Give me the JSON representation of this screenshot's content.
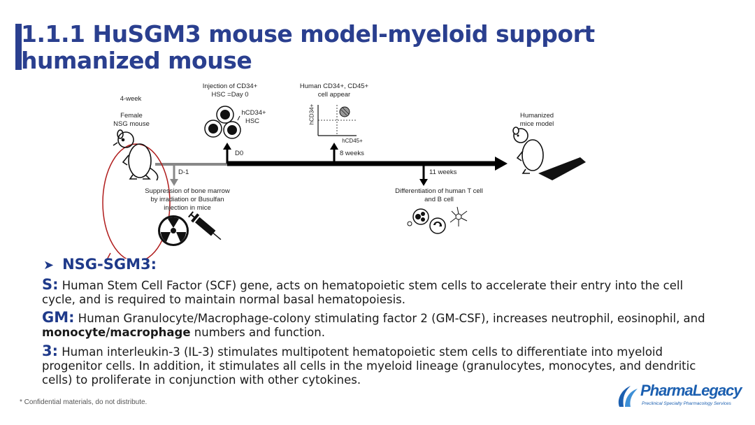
{
  "slide": {
    "title": "1.1.1 HuSGM3 mouse model-myeloid support humanized mouse",
    "footnote": "* Confidential materials, do not distribute."
  },
  "diagram": {
    "age_label": "4-week",
    "mouse_label_line1": "Female",
    "mouse_label_line2": "NSG mouse",
    "d_minus1": "D-1",
    "d0": "D0",
    "injection_line1": "Injection of CD34+",
    "injection_line2": "HSC =Day 0",
    "hsc_label_line1": "hCD34+",
    "hsc_label_line2": "HSC",
    "appear_line1": "Human CD34+, CD45+",
    "appear_line2": "cell appear",
    "y_axis_label": "hCD34+",
    "x_axis_label": "hCD45+",
    "weeks8": "8 weeks",
    "weeks11": "11 weeks",
    "humanized_line1": "Humanized",
    "humanized_line2": "mice model",
    "suppression_line1": "Suppression of bone marrow",
    "suppression_line2": "by irradiation or Busulfan",
    "suppression_line3": "injection in mice",
    "diff_line1": "Differentiation of human T cell",
    "diff_line2": "and B cell"
  },
  "content": {
    "heading": "NSG-SGM3:",
    "items": [
      {
        "key": "S:",
        "text": " Human Stem Cell Factor (SCF) gene, acts on hematopoietic stem cells to accelerate their entry into the cell cycle, and is required to maintain normal basal hematopoiesis."
      },
      {
        "key": "GM:",
        "text": " Human Granulocyte/Macrophage-colony stimulating factor 2 (GM-CSF), increases neutrophil, eosinophil, and ",
        "bold": "monocyte/macrophage",
        "text_after": " numbers and function."
      },
      {
        "key": "3:",
        "text": " Human interleukin-3 (IL-3) stimulates multipotent hematopoietic stem cells to differentiate into myeloid progenitor cells. In addition, it stimulates all cells in the myeloid lineage (granulocytes, monocytes, and dendritic cells) to proliferate in conjunction with other cytokines."
      }
    ]
  },
  "logo": {
    "name": "PharmaLegacy",
    "tagline": "Preclinical Specialty Pharmacology Services"
  },
  "colors": {
    "title": "#2a3f8f",
    "accent_bar": "#2a3f8f",
    "heading": "#1f3a8a",
    "highlight_circle": "#b01c1c",
    "logo": "#1b5fb0"
  },
  "icons": [
    "mouse-icon",
    "radiation-icon",
    "syringe-icon",
    "hsc-cells-icon",
    "flow-plot-icon",
    "humanized-mouse-icon",
    "immune-cells-icon",
    "arrow-icon"
  ]
}
